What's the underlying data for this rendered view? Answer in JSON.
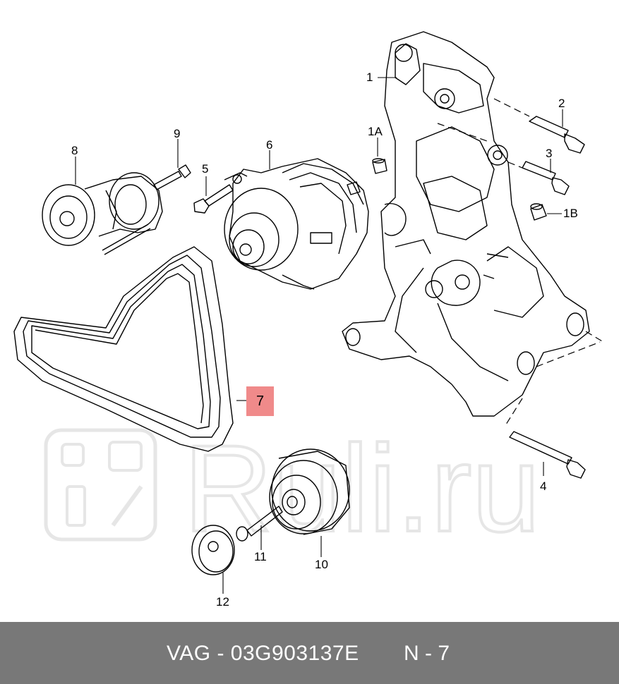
{
  "callouts": {
    "c1": "1",
    "c1a": "1A",
    "c1b": "1B",
    "c2": "2",
    "c3": "3",
    "c4": "4",
    "c5": "5",
    "c6": "6",
    "c7": "7",
    "c8": "8",
    "c9": "9",
    "c10": "10",
    "c11": "11",
    "c12": "12"
  },
  "watermark": {
    "text": "Ruli.ru"
  },
  "footer": {
    "part_number": "VAG - 03G903137E",
    "diagram_number": "N - 7"
  },
  "colors": {
    "highlight": "#f08a8a",
    "footer_bg": "#787878",
    "line": "#000000",
    "watermark": "#e6e6e6"
  }
}
